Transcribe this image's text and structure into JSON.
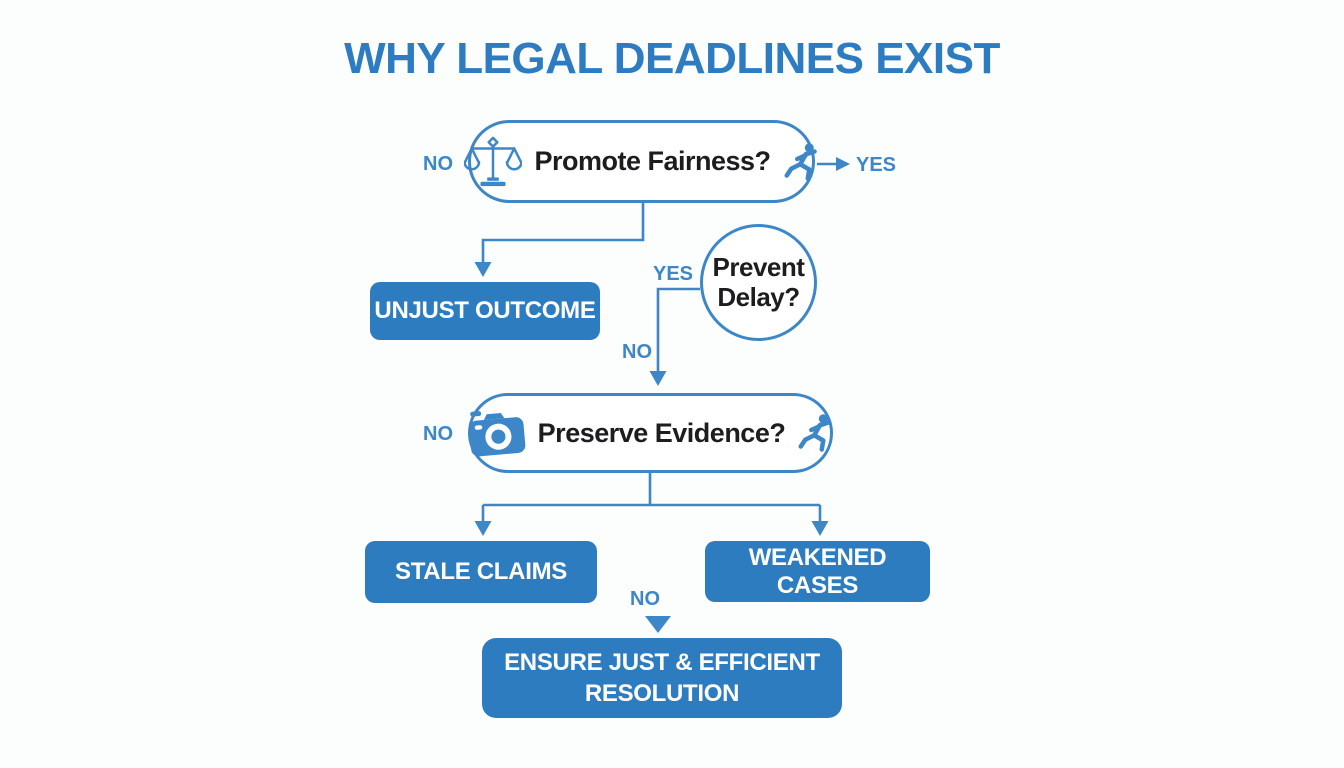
{
  "title": "WHY LEGAL DEADLINES EXIST",
  "colors": {
    "accent_blue": "#3d87c9",
    "title_blue": "#2d7cc2",
    "box_fill_blue": "#2e7cc0",
    "node_text_dark": "#1d1d1f",
    "box_text_white": "#ffffff",
    "background": "#fcfdfd"
  },
  "nodes": {
    "promote_fairness": {
      "label": "Promote Fairness?",
      "icons": [
        "scales-icon",
        "runner-icon"
      ]
    },
    "prevent_delay": {
      "line1": "Prevent",
      "line2": "Delay?"
    },
    "preserve_evidence": {
      "label": "Preserve Evidence?",
      "icons": [
        "camera-icon",
        "runner-icon"
      ]
    },
    "unjust_outcome": {
      "label": "UNJUST OUTCOME"
    },
    "stale_claims": {
      "label": "STALE CLAIMS"
    },
    "weakened_cases": {
      "label": "WEAKENED CASES"
    },
    "ensure_resolution": {
      "line1": "ENSURE JUST & EFFICIENT",
      "line2": "RESOLUTION"
    }
  },
  "edge_labels": {
    "fairness_no": "NO",
    "fairness_yes": "YES",
    "delay_yes": "YES",
    "delay_no": "NO",
    "evidence_no": "NO",
    "final_no": "NO"
  }
}
